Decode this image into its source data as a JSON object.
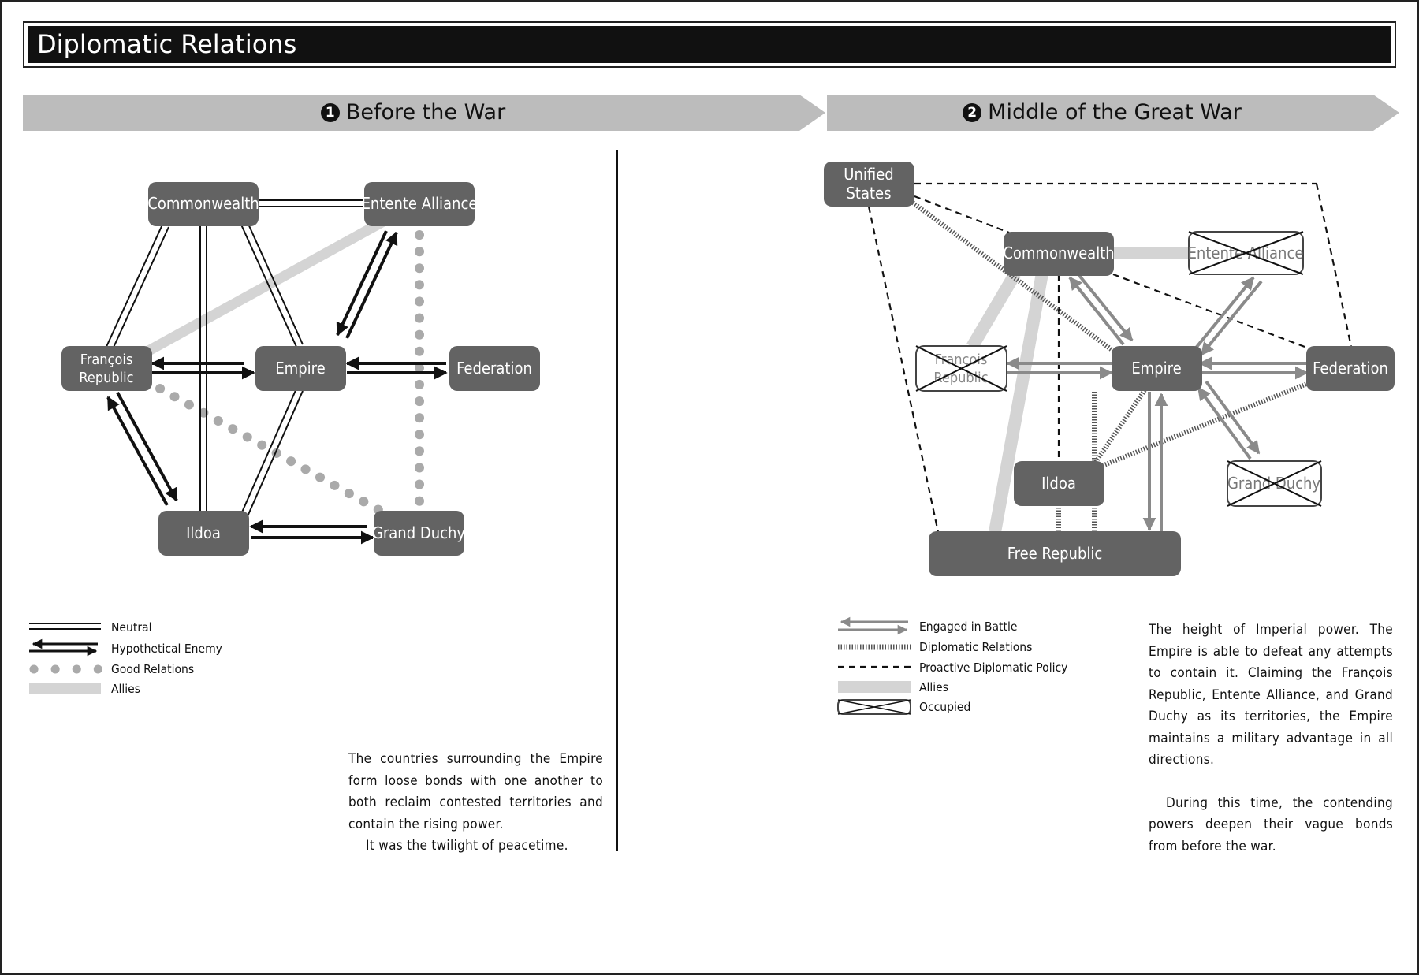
{
  "title": "Diplomatic Relations",
  "panels": [
    {
      "number": "1",
      "heading": "Before the War",
      "nodes": {
        "commonwealth": "Commonwealth",
        "entente": "Entente Alliance",
        "francois": [
          "François",
          "Republic"
        ],
        "empire": "Empire",
        "federation": "Federation",
        "ildoa": "Ildoa",
        "grand_duchy": "Grand Duchy"
      },
      "legend": [
        "Neutral",
        "Hypothetical Enemy",
        "Good Relations",
        "Allies"
      ],
      "text": [
        "The countries surrounding the Empire form loose bonds with one another to both reclaim contested territories and contain the rising power.",
        "It was the twilight of peacetime."
      ]
    },
    {
      "number": "2",
      "heading": "Middle of the Great War",
      "nodes": {
        "unified": [
          "Unified",
          "States"
        ],
        "commonwealth": "Commonwealth",
        "entente": "Entente Alliance",
        "francois": [
          "François",
          "Republic"
        ],
        "empire": "Empire",
        "federation": "Federation",
        "ildoa": "Ildoa",
        "grand_duchy": "Grand Duchy",
        "free_republic": "Free Republic"
      },
      "legend": [
        "Engaged in Battle",
        "Diplomatic Relations",
        "Proactive Diplomatic Policy",
        "Allies",
        "Occupied"
      ],
      "text": [
        "The height of Imperial power. The Empire is able to defeat any attempts to contain it. Claiming the François Republic, Entente Alliance, and Grand Duchy as its territories, the Empire maintains a military advantage in all directions.",
        "During this time, the contending powers deepen their vague bonds from before the war."
      ]
    }
  ],
  "colors": {
    "node_fill": "#636363",
    "enemy": "#111111",
    "battle": "#8a8a8a",
    "good_relations": "#aaaaaa",
    "allies": "#d4d4d4",
    "banner": "#bcbcbc"
  }
}
